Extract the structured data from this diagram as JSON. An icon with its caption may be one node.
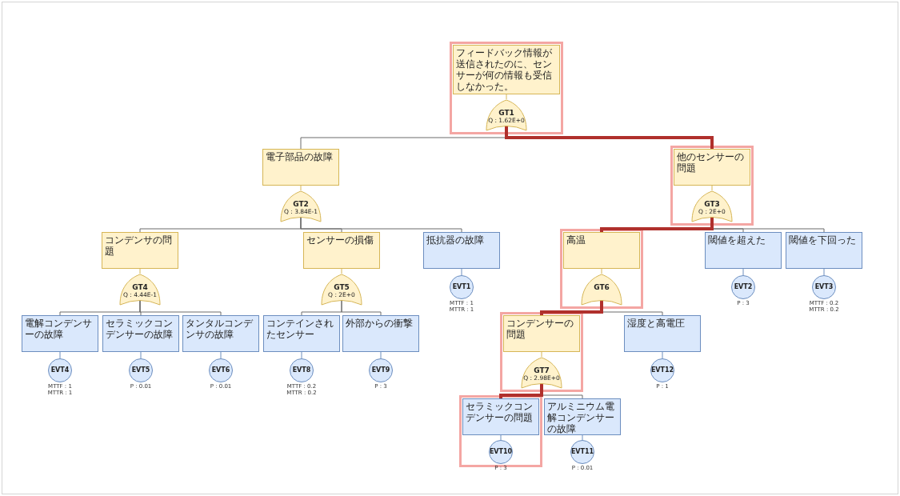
{
  "diagram": {
    "nodes": [
      {
        "text": [
          "フィードバック情報が送信されたのに、センサーが何の情報も受信しなかった。"
        ]
      },
      {
        "text": [
          "GT1",
          "Q : 1.62E+0"
        ]
      },
      {
        "text": [
          "電子部品の故障"
        ]
      },
      {
        "text": [
          "GT2",
          "Q : 3.84E-1"
        ]
      },
      {
        "text": [
          "他のセンサーの問題"
        ]
      },
      {
        "text": [
          "GT3",
          "Q : 2E+0"
        ]
      },
      {
        "text": [
          "コンデンサの問題"
        ]
      },
      {
        "text": [
          "GT4",
          "Q : 4.44E-1"
        ]
      },
      {
        "text": [
          "センサーの損傷"
        ]
      },
      {
        "text": [
          "GT5",
          "Q : 2E+0"
        ]
      },
      {
        "text": [
          "抵抗器の故障"
        ]
      },
      {
        "text": [
          "EVT1"
        ],
        "beside": [
          "MTTF : 1",
          "MTTR : 1"
        ]
      },
      {
        "text": [
          "高温"
        ]
      },
      {
        "text": [
          "GT6"
        ]
      },
      {
        "text": [
          "閾値を超えた"
        ]
      },
      {
        "text": [
          "EVT2"
        ],
        "beside": [
          "P : 3"
        ]
      },
      {
        "text": [
          "閾値を下回った"
        ]
      },
      {
        "text": [
          "EVT3"
        ],
        "beside": [
          "MTTF : 0.2",
          "MTTR : 0.2"
        ]
      },
      {
        "text": [
          "電解コンデンサーの故障"
        ]
      },
      {
        "text": [
          "EVT4"
        ],
        "beside": [
          "MTTF : 1",
          "MTTR : 1"
        ]
      },
      {
        "text": [
          "セラミックコンデンサーの故障"
        ]
      },
      {
        "text": [
          "EVT5"
        ],
        "beside": [
          "P : 0.01"
        ]
      },
      {
        "text": [
          "タンタルコンデンサの故障"
        ]
      },
      {
        "text": [
          "EVT6"
        ],
        "beside": [
          "P : 0.01"
        ]
      },
      {
        "text": [
          "コンテインされたセンサー"
        ]
      },
      {
        "text": [
          "EVT8"
        ],
        "beside": [
          "MTTF : 0.2",
          "MTTR : 0.2"
        ]
      },
      {
        "text": [
          "外部からの衝撃"
        ]
      },
      {
        "text": [
          "EVT9"
        ],
        "beside": [
          "P : 3"
        ]
      },
      {
        "text": [
          "コンデンサーの問題"
        ]
      },
      {
        "text": [
          "GT7",
          "Q : 2.98E+0"
        ]
      },
      {
        "text": [
          "湿度と高電圧"
        ]
      },
      {
        "text": [
          "EVT12"
        ],
        "beside": [
          "P : 1"
        ]
      },
      {
        "text": [
          "セラミックコンデンサーの問題"
        ]
      },
      {
        "text": [
          "EVT10"
        ],
        "beside": [
          "P : 3"
        ]
      },
      {
        "text": [
          "アルミニウム電解コンデンサーの故障"
        ]
      },
      {
        "text": [
          "EVT11"
        ],
        "beside": [
          "P : 0.01"
        ]
      }
    ],
    "edges": [
      {
        "from": 0,
        "to": 1,
        "arrow": "none",
        "color": "#d6b656"
      },
      {
        "from": 2,
        "to": 3,
        "arrow": "none",
        "color": "#d6b656"
      },
      {
        "from": 4,
        "to": 5,
        "arrow": "none",
        "color": "#d6b656"
      },
      {
        "from": 6,
        "to": 7,
        "arrow": "none",
        "color": "#d6b656"
      },
      {
        "from": 8,
        "to": 9,
        "arrow": "none",
        "color": "#d6b656"
      },
      {
        "from": 10,
        "to": 11,
        "arrow": "none",
        "color": "#6c8ebf"
      },
      {
        "from": 12,
        "to": 13,
        "arrow": "none",
        "color": "#d6b656"
      },
      {
        "from": 14,
        "to": 15,
        "arrow": "none",
        "color": "#6c8ebf"
      },
      {
        "from": 16,
        "to": 17,
        "arrow": "none",
        "color": "#6c8ebf"
      },
      {
        "from": 18,
        "to": 19,
        "arrow": "none",
        "color": "#6c8ebf"
      },
      {
        "from": 20,
        "to": 21,
        "arrow": "none",
        "color": "#6c8ebf"
      },
      {
        "from": 22,
        "to": 23,
        "arrow": "none",
        "color": "#6c8ebf"
      },
      {
        "from": 24,
        "to": 25,
        "arrow": "none",
        "color": "#6c8ebf"
      },
      {
        "from": 26,
        "to": 27,
        "arrow": "none",
        "color": "#6c8ebf"
      },
      {
        "from": 28,
        "to": 29,
        "arrow": "none",
        "color": "#d6b656"
      },
      {
        "from": 30,
        "to": 31,
        "arrow": "none",
        "color": "#6c8ebf"
      },
      {
        "from": 32,
        "to": 33,
        "arrow": "none",
        "color": "#6c8ebf"
      },
      {
        "from": 34,
        "to": 35,
        "arrow": "none",
        "color": "#6c8ebf"
      },
      {
        "from": 1,
        "to": 2,
        "arrow": "none"
      },
      {
        "from": 1,
        "to": 4,
        "arrow": "none",
        "style": "thick",
        "color": "#b0302c"
      },
      {
        "from": 3,
        "to": 6,
        "arrow": "none"
      },
      {
        "from": 3,
        "to": 8,
        "arrow": "none"
      },
      {
        "from": 3,
        "to": 10,
        "arrow": "none"
      },
      {
        "from": 5,
        "to": 12,
        "arrow": "none",
        "style": "thick",
        "color": "#b0302c"
      },
      {
        "from": 5,
        "to": 14,
        "arrow": "none"
      },
      {
        "from": 5,
        "to": 16,
        "arrow": "none"
      },
      {
        "from": 7,
        "to": 18,
        "arrow": "none"
      },
      {
        "from": 7,
        "to": 20,
        "arrow": "none"
      },
      {
        "from": 7,
        "to": 22,
        "arrow": "none"
      },
      {
        "from": 9,
        "to": 24,
        "arrow": "none"
      },
      {
        "from": 9,
        "to": 26,
        "arrow": "none"
      },
      {
        "from": 13,
        "to": 28,
        "arrow": "none",
        "style": "thick",
        "color": "#b0302c"
      },
      {
        "from": 13,
        "to": 30,
        "arrow": "none"
      },
      {
        "from": 29,
        "to": 32,
        "arrow": "none",
        "style": "thick",
        "color": "#b0302c"
      },
      {
        "from": 29,
        "to": 34,
        "arrow": "none"
      }
    ]
  }
}
